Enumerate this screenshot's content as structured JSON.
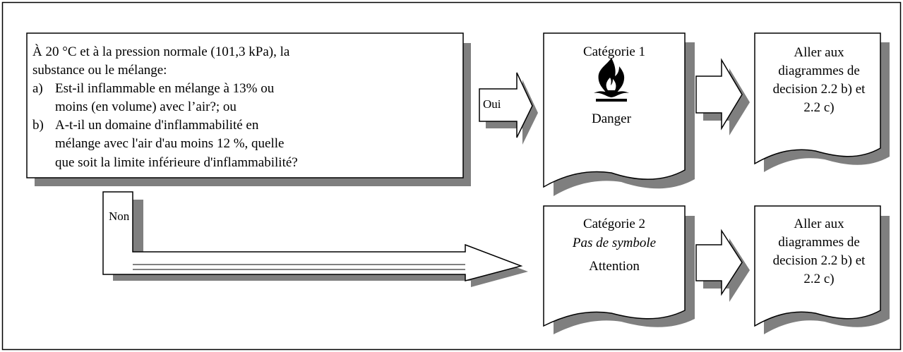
{
  "question": {
    "intro_line1": "À 20 °C et à la pression normale (101,3 kPa), la",
    "intro_line2": "substance ou le mélange:",
    "a_label": "a)",
    "a_line1": "Est-il inflammable en mélange à 13% ou",
    "a_line2": "moins (en volume) avec l’air?; ou",
    "b_label": "b)",
    "b_line1": "A-t-il un domaine d'inflammabilité en",
    "b_line2": "mélange avec l'air d'au moins 12 %, quelle",
    "b_line3": "que soit la limite inférieure d'inflammabilité?"
  },
  "yes_label": "Oui",
  "no_label": "Non",
  "category1": {
    "title": "Catégorie 1",
    "signal_word": "Danger",
    "icon": "flame-pictogram-icon"
  },
  "category2": {
    "title": "Catégorie 2",
    "symbol_note": "Pas de symbole",
    "signal_word": "Attention"
  },
  "goto1": {
    "line1": "Aller aux",
    "line2": "diagrammes de",
    "line3": "decision 2.2 b) et",
    "line4": "2.2 c)"
  },
  "goto2": {
    "line1": "Aller aux",
    "line2": "diagrammes de",
    "line3": "decision 2.2 b) et",
    "line4": "2.2 c)"
  },
  "colors": {
    "shadow": "#7f7f7f",
    "stroke": "#000000",
    "fill": "#ffffff"
  }
}
